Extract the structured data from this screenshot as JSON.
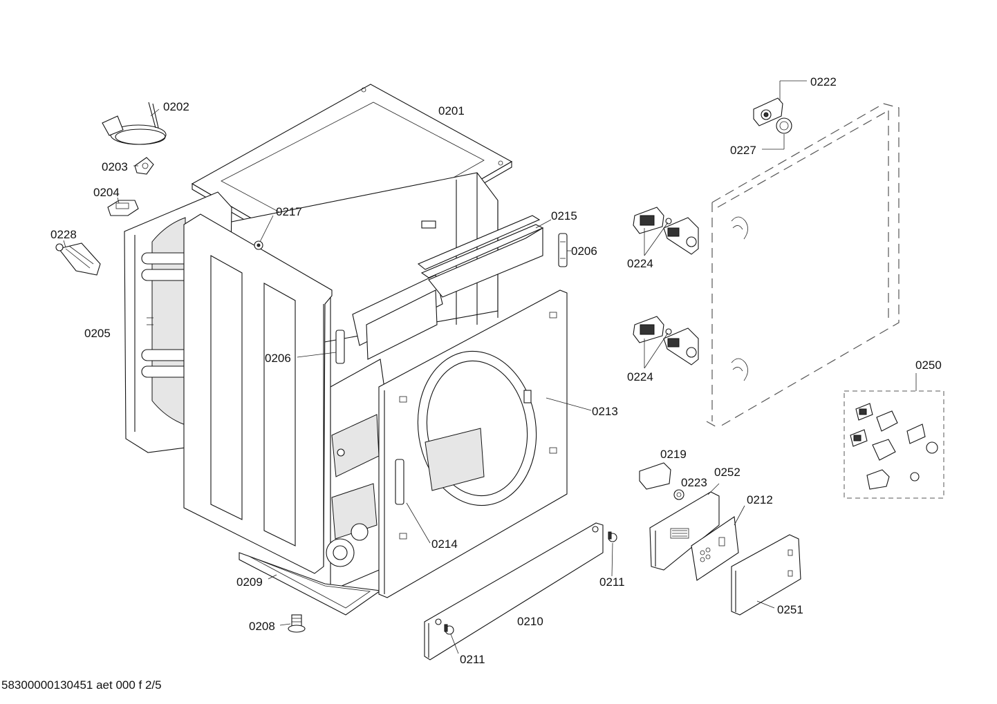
{
  "footer": "58300000130451 aet 000 f 2/5",
  "labels": {
    "l0201": "0201",
    "l0202": "0202",
    "l0203": "0203",
    "l0204": "0204",
    "l0205": "0205",
    "l0206a": "0206",
    "l0206b": "0206",
    "l0208": "0208",
    "l0209": "0209",
    "l0210": "0210",
    "l0211a": "0211",
    "l0211b": "0211",
    "l0212": "0212",
    "l0213": "0213",
    "l0214": "0214",
    "l0215": "0215",
    "l0217": "0217",
    "l0219": "0219",
    "l0222": "0222",
    "l0223": "0223",
    "l0224a": "0224",
    "l0224b": "0224",
    "l0227": "0227",
    "l0228": "0228",
    "l0250": "0250",
    "l0251": "0251",
    "l0252": "0252"
  }
}
